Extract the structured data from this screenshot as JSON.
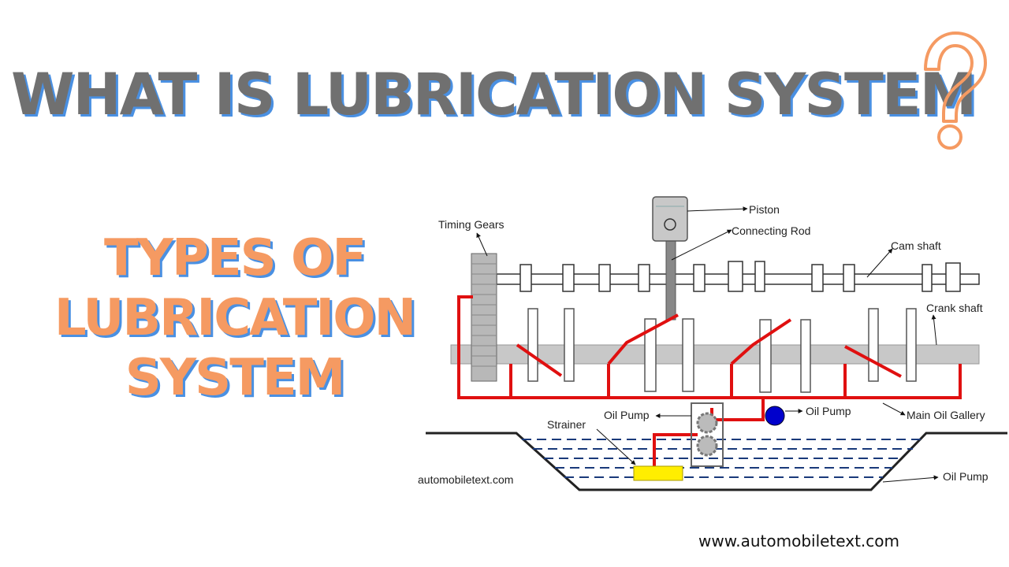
{
  "header": {
    "title": "WHAT IS LUBRICATION SYSTEM"
  },
  "subtitle": {
    "line1": "TYPES OF",
    "line2": "LUBRICATION",
    "line3": "SYSTEM"
  },
  "diagram": {
    "labels": {
      "timing_gears": "Timing Gears",
      "piston": "Piston",
      "connecting_rod": "Connecting Rod",
      "cam_shaft": "Cam shaft",
      "crank_shaft": "Crank shaft",
      "oil_pump_left": "Oil Pump",
      "oil_pump_right": "Oil Pump",
      "main_oil_gallery": "Main Oil Gallery",
      "strainer": "Strainer",
      "oil_pump_sump": "Oil Pump",
      "watermark": "automobiletext.com"
    },
    "colors": {
      "oil_line": "#e01010",
      "pump": "#0000cc",
      "strainer": "#ffee00",
      "oil_dash": "#1a3a7a",
      "title_accent": "#f59a62",
      "shadow": "#4a90e2"
    }
  },
  "footer": {
    "url": "www.automobiletext.com"
  }
}
